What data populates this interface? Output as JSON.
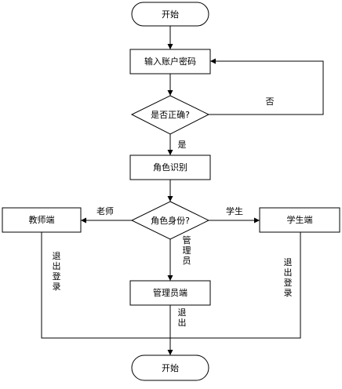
{
  "nodes": {
    "start": "开始",
    "input": "输入账户密码",
    "check": "是否正确?",
    "identify": "角色识别",
    "role": "角色身份?",
    "teacher": "教师端",
    "student": "学生端",
    "admin": "管理员端",
    "end": "开始"
  },
  "edges": {
    "no": "否",
    "yes": "是",
    "teacher": "老师",
    "student": "学生",
    "admin": "管理员",
    "teacher_logout": "退出登录",
    "student_logout": "退出登录",
    "admin_logout": "退出"
  }
}
